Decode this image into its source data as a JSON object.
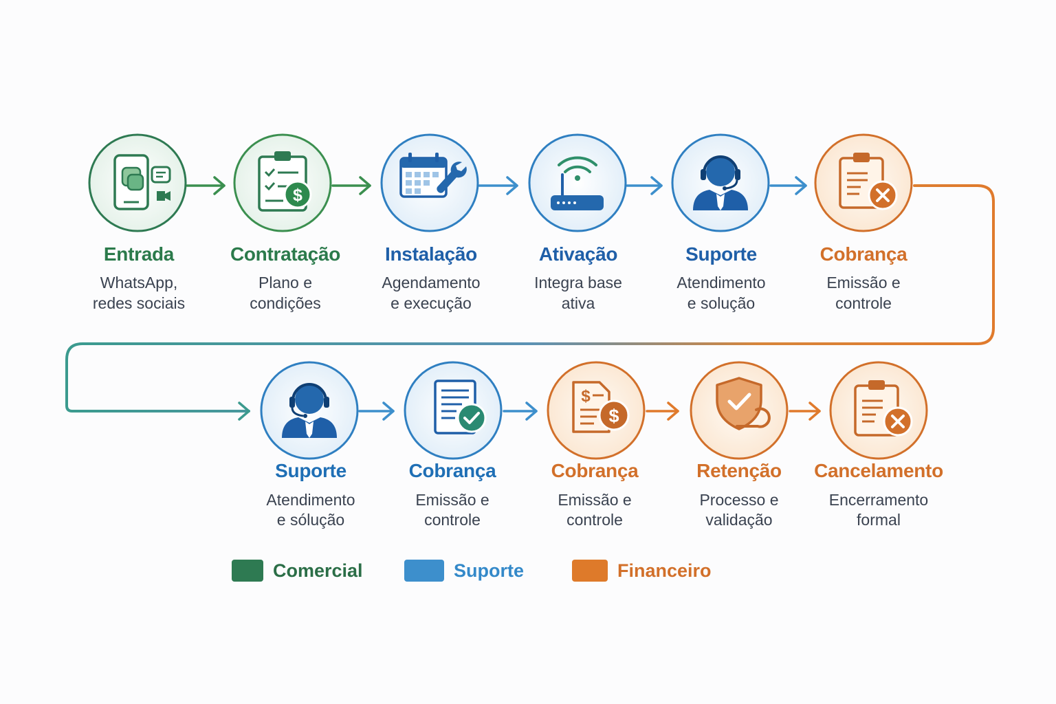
{
  "steps_row1": [
    {
      "title": "Entrada",
      "desc": "WhatsApp,\nredes sociais",
      "icon": "phone-chat-icon",
      "group": "comercial"
    },
    {
      "title": "Contratação",
      "desc": "Plano e\ncondições",
      "icon": "clipboard-dollar-icon",
      "group": "comercial"
    },
    {
      "title": "Instalação",
      "desc": "Agendamento\ne execução",
      "icon": "calendar-wrench-icon",
      "group": "suporte"
    },
    {
      "title": "Ativação",
      "desc": "Integra base\nativa",
      "icon": "wifi-router-icon",
      "group": "suporte"
    },
    {
      "title": "Suporte",
      "desc": "Atendimento\ne solução",
      "icon": "headset-agent-icon",
      "group": "suporte"
    },
    {
      "title": "Cobrança",
      "desc": "Emissão e\ncontrole",
      "icon": "clipboard-cancel-icon",
      "group": "financeiro"
    }
  ],
  "steps_row2": [
    {
      "title": "Suporte",
      "desc": "Atendimento\ne sólução",
      "icon": "headset-agent-icon",
      "group": "suporte"
    },
    {
      "title": "Cobrança",
      "desc": "Emissão e\ncontrole",
      "icon": "document-check-icon",
      "group": "suporte"
    },
    {
      "title": "Cobrança",
      "desc": "Emissão e\ncontrole",
      "icon": "invoice-dollar-icon",
      "group": "financeiro"
    },
    {
      "title": "Retenção",
      "desc": "Processo e\nvalidação",
      "icon": "shield-check-icon",
      "group": "financeiro"
    },
    {
      "title": "Cancelamento",
      "desc": "Encerramento\nformal",
      "icon": "clipboard-cancel-icon",
      "group": "financeiro"
    }
  ],
  "legend": [
    {
      "label": "Comercial",
      "color": "#2e7a52"
    },
    {
      "label": "Suporte",
      "color": "#3d8fcc"
    },
    {
      "label": "Financeiro",
      "color": "#de7a2a"
    }
  ],
  "colors": {
    "comercial": "#2e7a52",
    "comercial_light": "#3b8f4f",
    "suporte": "#2468ad",
    "suporte_mid": "#3d8fcc",
    "financeiro": "#d2702a",
    "title_green": "#2b7a4b",
    "title_blue": "#1f5fa8",
    "title_orange": "#d2702a"
  }
}
